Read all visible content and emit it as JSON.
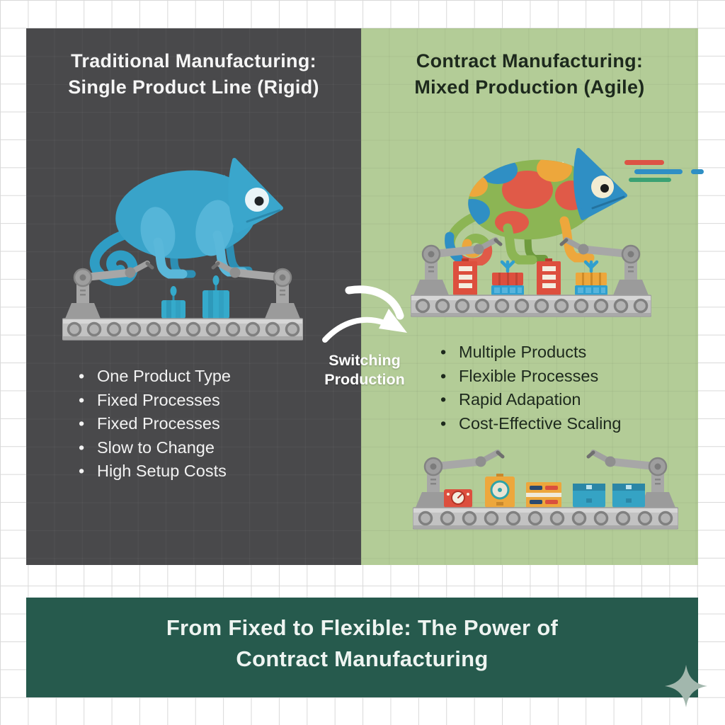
{
  "left_panel": {
    "title_line1": "Traditional Manufacturing:",
    "title_line2": "Single Product Line (Rigid)",
    "bullets": [
      "One Product Type",
      "Fixed Processes",
      "Fixed Processes",
      "Slow to Change",
      "High Setup Costs"
    ]
  },
  "right_panel": {
    "title_line1": "Contract Manufacturing:",
    "title_line2": "Mixed Production (Agile)",
    "bullets": [
      "Multiple Products",
      "Flexible Processes",
      "Rapid Adapation",
      "Cost-Effective Scaling"
    ]
  },
  "transition_label": {
    "line1": "Switching",
    "line2": "Production"
  },
  "banner": {
    "line1": "From Fixed to Flexible: The Power of",
    "line2": "Contract Manufacturing"
  },
  "colors": {
    "left_panel_bg": "#49494b",
    "right_panel_bg": "#b3cc97",
    "banner_bg": "#265a4d",
    "left_text": "#f5f5f5",
    "right_text": "#1d291d",
    "banner_text": "#eef4f1",
    "grid_line": "#d9d9d9",
    "chameleon_blue": "#39a3c9",
    "chameleon_green": "#8cb554",
    "accent_red": "#dd5345",
    "accent_orange": "#eda73c",
    "accent_blue": "#2f8fc4",
    "machine_gray": "#a7a7a7",
    "sparkle": "#a2b7ad"
  },
  "icons": {
    "left_chameleon": "blue-chameleon-illustration",
    "right_chameleon": "multicolor-chameleon-illustration",
    "transition_arrow": "curved-switching-arrow-icon",
    "conveyor": "robotic-arm-conveyor-belt",
    "speed_lines": "speed-dash-lines",
    "sparkle": "four-point-sparkle-icon"
  }
}
